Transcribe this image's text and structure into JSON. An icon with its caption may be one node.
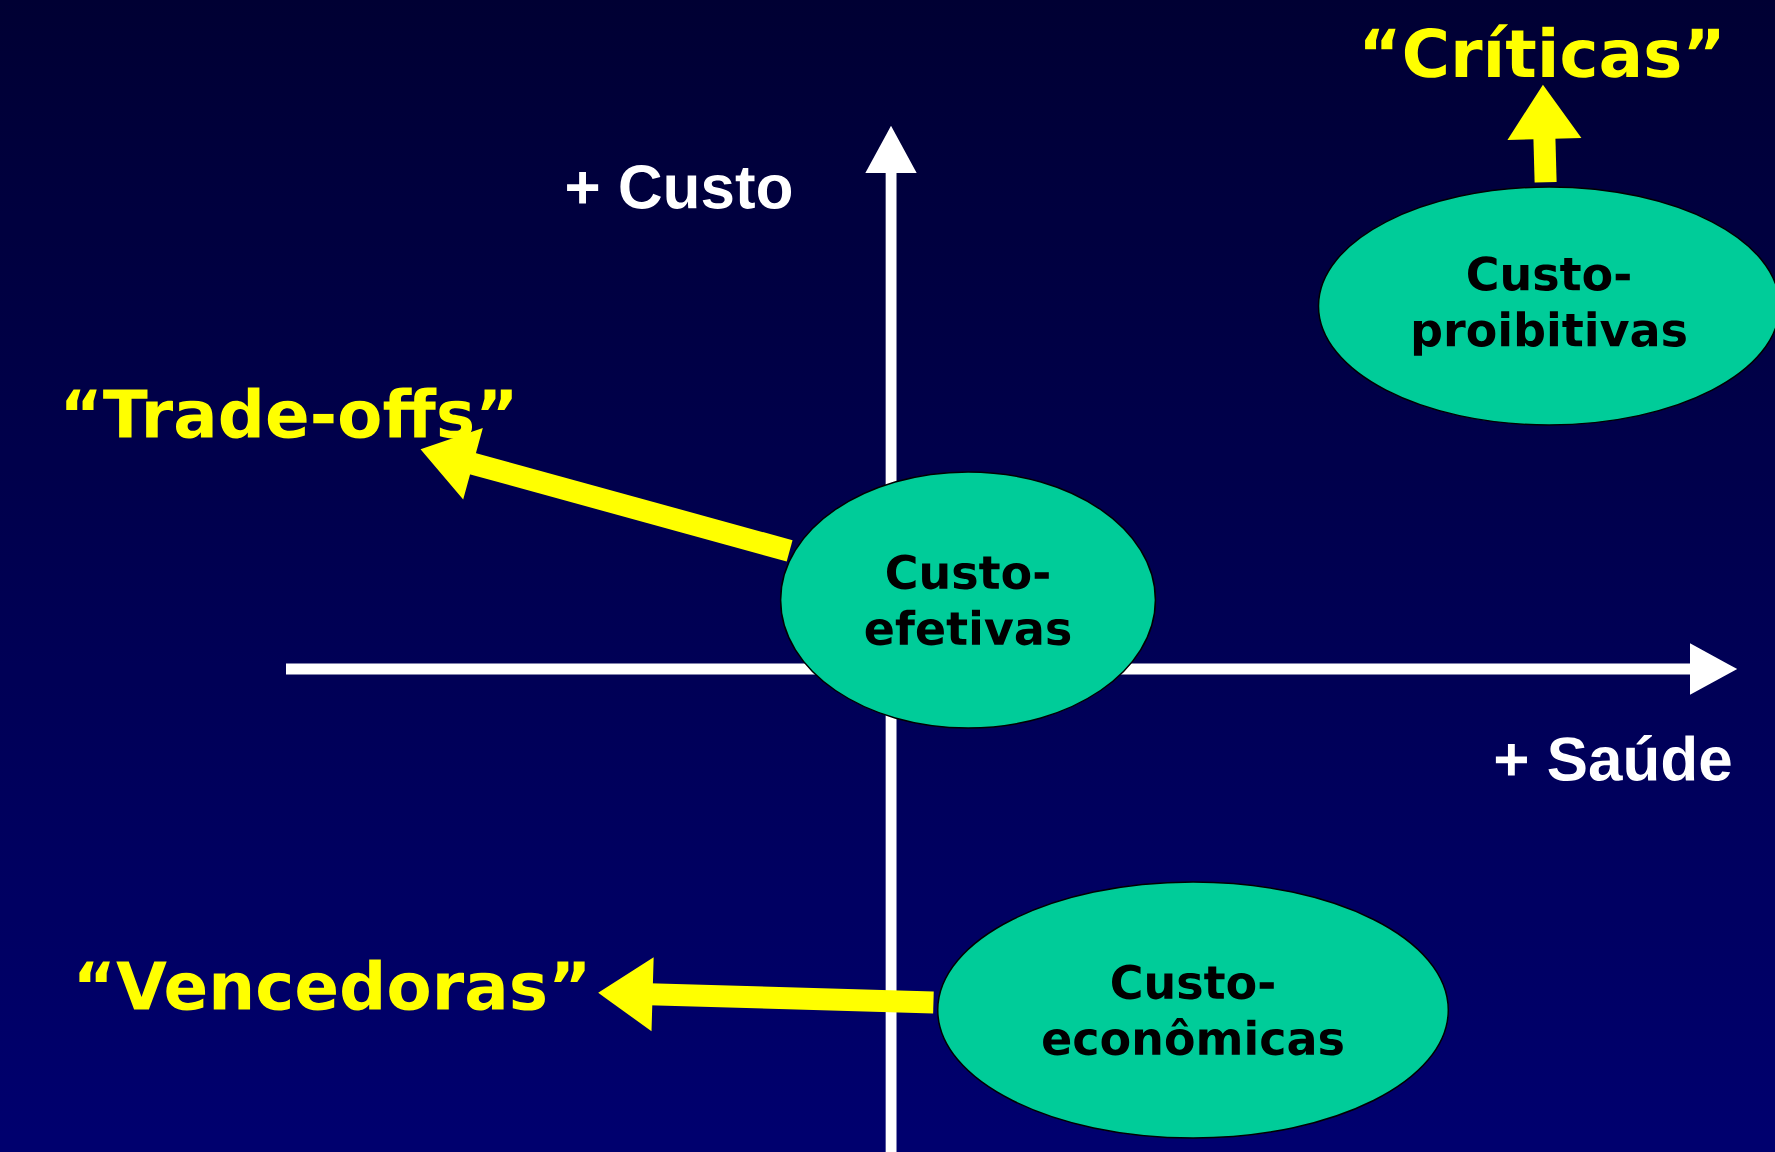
{
  "diagram": {
    "nodes": [
      {
        "text": [
          "Custo-efetivas"
        ]
      },
      {
        "text": [
          "Custo-proibitivas"
        ]
      },
      {
        "text": [
          "Custo-econômicas"
        ]
      },
      {
        "text": [
          "“Trade-offs”"
        ]
      },
      {
        "text": [
          "“Críticas”"
        ]
      },
      {
        "text": [
          "“Vencedoras”"
        ]
      }
    ],
    "edges": [
      {
        "from": 0,
        "to": 3,
        "arrow": "to"
      },
      {
        "from": 1,
        "to": 4,
        "arrow": "to"
      },
      {
        "from": 2,
        "to": 5,
        "arrow": "to"
      }
    ],
    "labels": [
      "+ Custo",
      "+ Saúde"
    ]
  }
}
